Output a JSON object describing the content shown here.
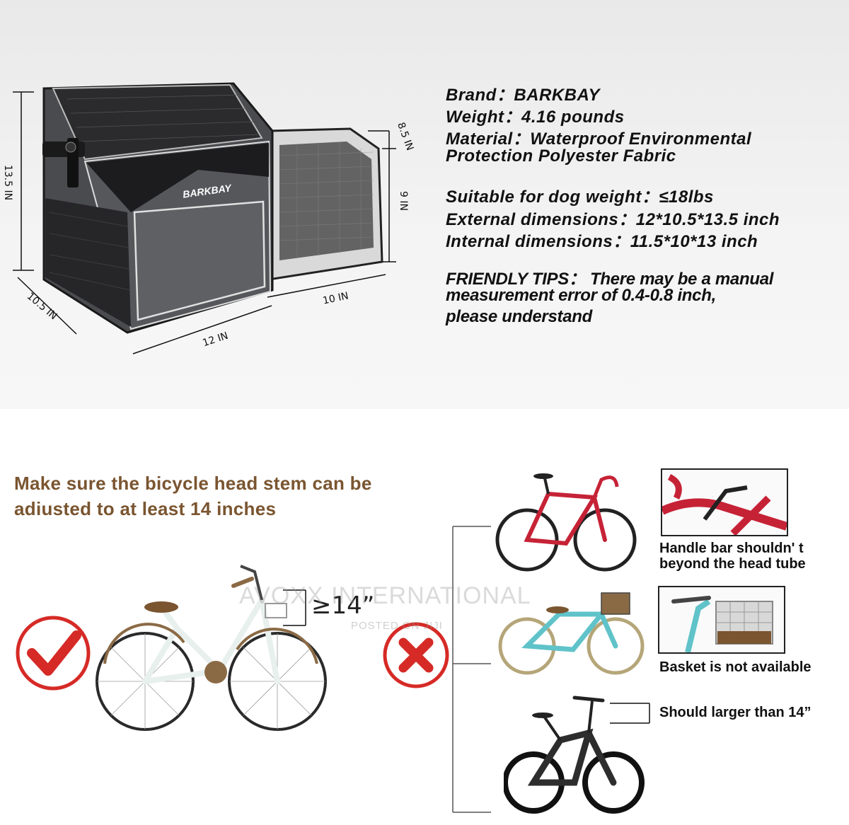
{
  "specs": {
    "brand": "Brand：BARKBAY",
    "weight": "Weight：4.16 pounds",
    "material_line1": "Material：Waterproof Environmental",
    "material_line2": "Protection Polyester Fabric",
    "dog_weight": "Suitable for dog weight：≤18lbs",
    "external": "External  dimensions：12*10.5*13.5 inch",
    "internal": "Internal dimensions：11.5*10*13 inch"
  },
  "tips": {
    "line1": "FRIENDLY TIPS：  There may be a manual",
    "line2": "measurement error of 0.4-0.8 inch,",
    "line3": "please understand"
  },
  "dimensions": {
    "height": "13.5 IN",
    "depth": "10.5 IN",
    "width": "12 IN",
    "ext_length": "10 IN",
    "ext_top": "8.5 IN",
    "ext_height": "9 IN"
  },
  "product": {
    "logo": "BARKBAY"
  },
  "headline": {
    "line1": "Make sure the bicycle head stem can be",
    "line2": "adiusted to at least 14 inches"
  },
  "measure_label": "≥14”",
  "captions": {
    "handlebar_line1": "Handle bar shouldn' t",
    "handlebar_line2": "beyond the head tube",
    "basket": "Basket is not available",
    "stem": "Should larger than 14”"
  },
  "watermark": {
    "main": "AVOXX INTERNATIONAL",
    "sub": "POSTED ON JIJI"
  },
  "colors": {
    "headline": "#7a5530",
    "check": "#d62a26",
    "bag": "#4a4b4f"
  },
  "icons": [
    "check-icon",
    "cross-icon"
  ]
}
